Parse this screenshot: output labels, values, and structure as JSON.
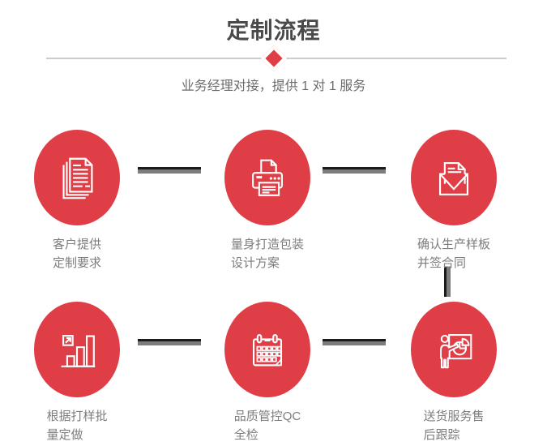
{
  "page": {
    "title": "定制流程",
    "subtitle": "业务经理对接，提供 1 对 1 服务"
  },
  "colors": {
    "accent_red": "#e03e46",
    "connector_black": "#1b1b1b",
    "connector_gray": "#7d7d7d",
    "divider_gray": "#cccccc",
    "title_gray": "#4a4a4a",
    "subtitle_gray": "#6b6b6b",
    "label_gray": "#7d7d7d"
  },
  "steps": [
    {
      "id": 1,
      "icon": "documents-icon",
      "label_line1": "客户提供",
      "label_line2": "定制要求"
    },
    {
      "id": 2,
      "icon": "printer-icon",
      "label_line1": "量身打造包装",
      "label_line2": "设计方案"
    },
    {
      "id": 3,
      "icon": "envelope-letter-icon",
      "label_line1": "确认生产样板",
      "label_line2": "并签合同"
    },
    {
      "id": 4,
      "icon": "bar-chart-icon",
      "label_line1": "根据打样批",
      "label_line2": "量定做"
    },
    {
      "id": 5,
      "icon": "calendar-icon",
      "label_line1": "品质管控QC",
      "label_line2": "全检"
    },
    {
      "id": 6,
      "icon": "presenter-icon",
      "label_line1": "送货服务售",
      "label_line2": "后跟踪"
    }
  ]
}
